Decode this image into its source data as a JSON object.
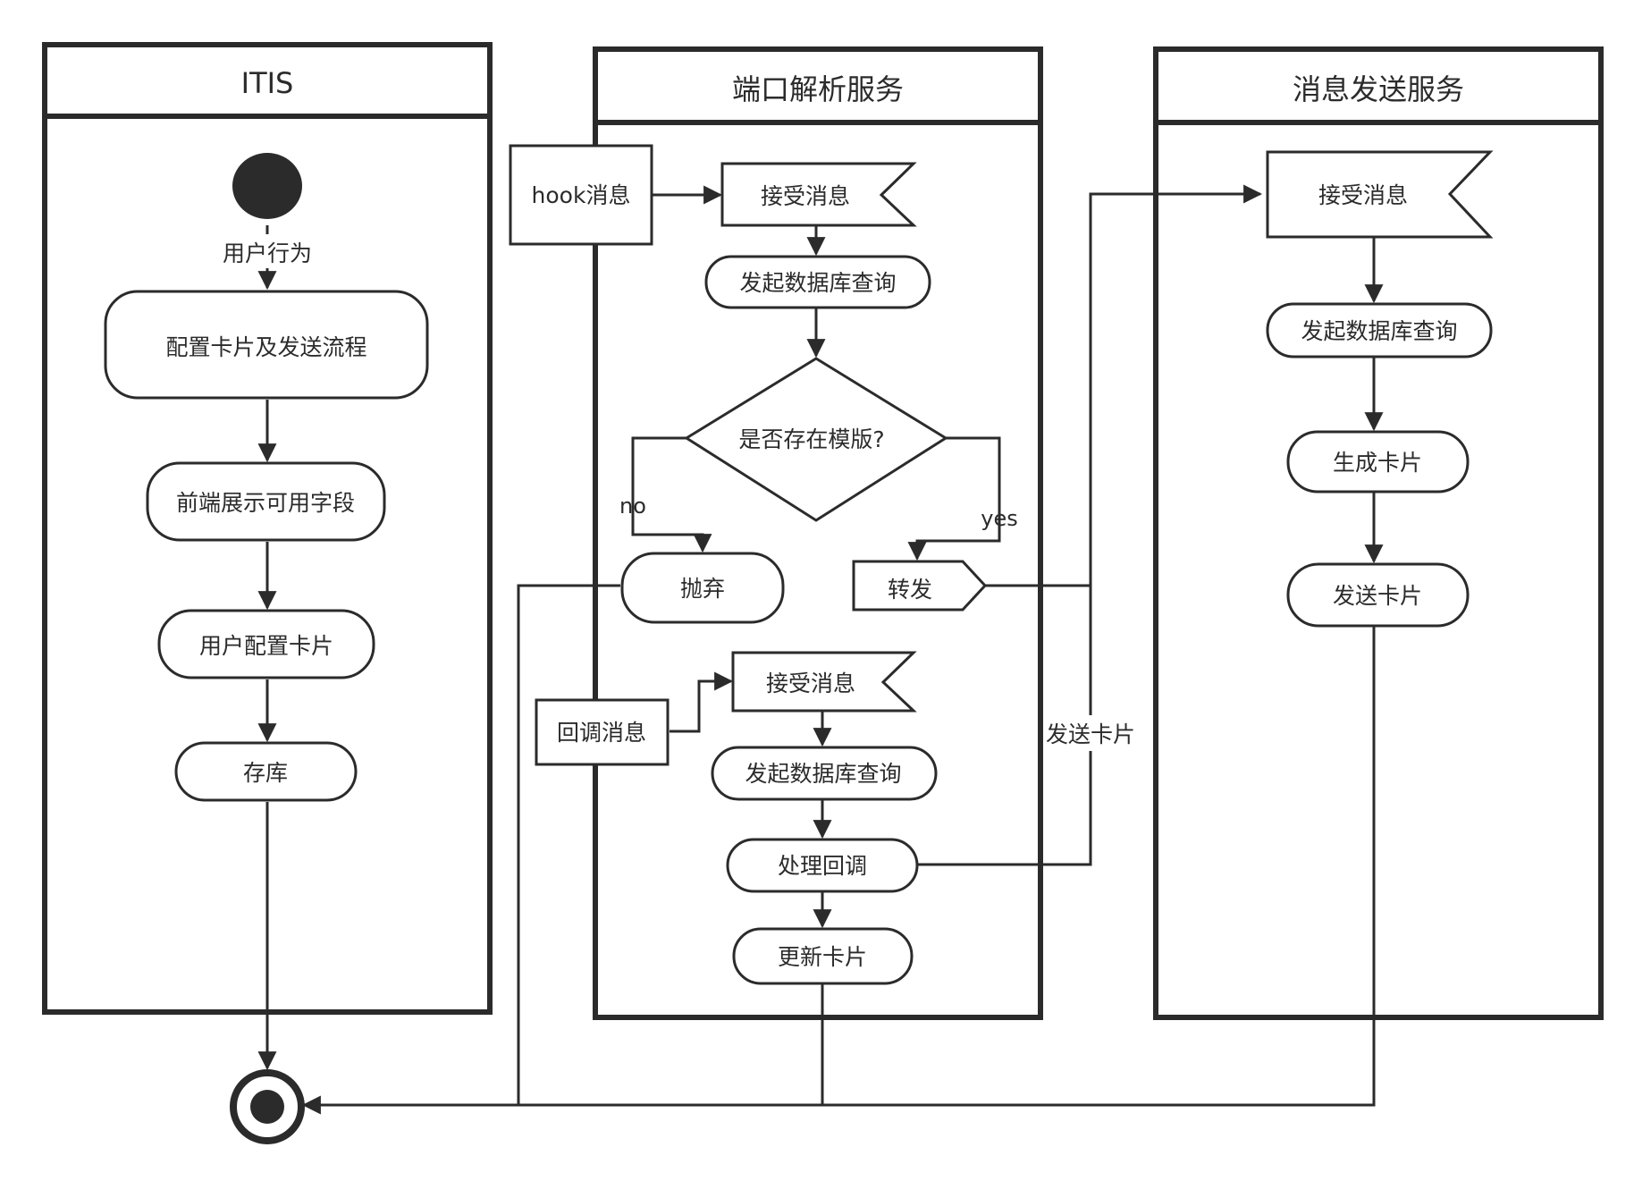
{
  "colors": {
    "stroke": "#2b2b2b",
    "fill": "#ffffff",
    "background": "#ffffff"
  },
  "lanes": {
    "itis": {
      "title": "ITIS"
    },
    "port_parse": {
      "title": "端口解析服务"
    },
    "msg_send": {
      "title": "消息发送服务"
    }
  },
  "itis": {
    "start_label": "用户行为",
    "configure_card_flow": "配置卡片及发送流程",
    "frontend_show_fields": "前端展示可用字段",
    "user_configure_card": "用户配置卡片",
    "store": "存库"
  },
  "port": {
    "hook_msg": "hook消息",
    "receive_msg_1": "接受消息",
    "db_query_1": "发起数据库查询",
    "decision": "是否存在模版?",
    "no_label": "no",
    "yes_label": "yes",
    "discard": "抛弃",
    "forward": "转发",
    "callback_msg": "回调消息",
    "receive_msg_2": "接受消息",
    "db_query_2": "发起数据库查询",
    "handle_callback": "处理回调",
    "update_card": "更新卡片",
    "send_card_label": "发送卡片"
  },
  "send": {
    "receive_msg": "接受消息",
    "db_query": "发起数据库查询",
    "generate_card": "生成卡片",
    "send_card": "发送卡片"
  },
  "icons": [
    "start-node-icon",
    "end-node-icon",
    "arrowhead-icon"
  ]
}
